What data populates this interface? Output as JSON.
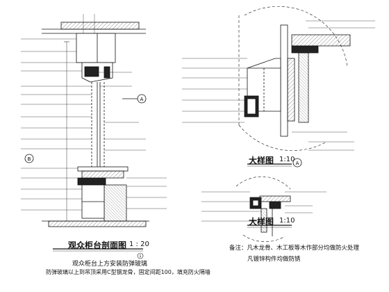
{
  "titles": {
    "section": {
      "label": "观众柜台剖面图",
      "scale": "1 : 20",
      "ref": "1"
    },
    "detail_a": {
      "label": "大样图",
      "scale": "1:10",
      "ref": "A"
    },
    "detail_b": {
      "label": "大样图",
      "scale": "1:10"
    }
  },
  "markers": {
    "section_ref": "A",
    "level_ref": "B"
  },
  "notes": {
    "left_line1": "观众柜台上方安装防弹玻璃",
    "left_line2": "防弹玻璃以上到吊顶采用C型钢龙骨，固定间距100，填充防火隔墙",
    "right_line1": "备注：凡木龙骨、木工板等木作部分均做防火处理",
    "right_line2": "凡镀锌构件均做防锈"
  },
  "colors": {
    "line": "#111111",
    "hatch": "#444444",
    "dim": "#333333"
  }
}
